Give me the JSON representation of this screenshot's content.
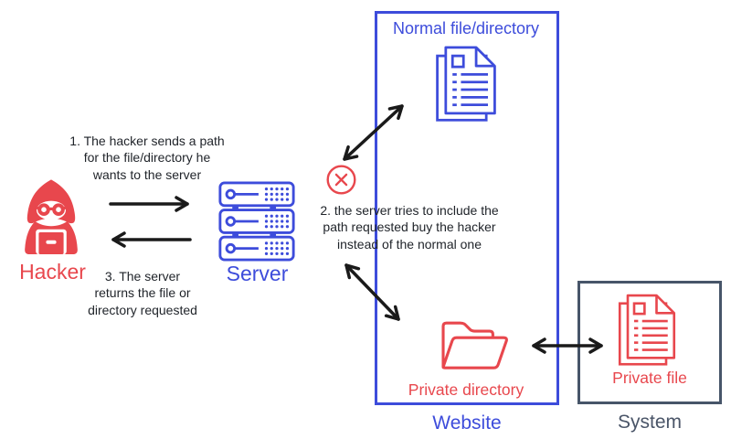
{
  "title": "Path traversal / file inclusion attack diagram",
  "colors": {
    "red": "#e8474d",
    "blue": "#3d4cdb",
    "slate": "#475569",
    "arrow": "#1a1a1a"
  },
  "actors": {
    "hacker": {
      "label": "Hacker",
      "icon": "hacker-icon"
    },
    "server": {
      "label": "Server",
      "icon": "server-rack-icon"
    }
  },
  "website": {
    "label": "Website",
    "normal_file": {
      "label": "Normal file/directory",
      "icon": "document-stack-icon"
    },
    "private_directory": {
      "label": "Private directory",
      "icon": "folder-icon"
    }
  },
  "system": {
    "label": "System",
    "private_file": {
      "label": "Private file",
      "icon": "document-stack-icon"
    }
  },
  "blocked_icon": "x-circle-icon",
  "steps": {
    "step1": {
      "text": "1. The hacker sends a path for the file/directory he wants to the server",
      "lines": [
        "1. The hacker sends a path",
        "for the file/directory he",
        "wants to the server"
      ]
    },
    "step2": {
      "text": "2. the server tries to include the path requested buy the hacker instead of the normal one",
      "lines": [
        "2. the server tries to include the",
        "path requested buy the hacker",
        "instead of the normal one"
      ]
    },
    "step3": {
      "text": "3. The server returns the file or directory requested",
      "lines": [
        "3. The server",
        "returns the file or",
        "directory requested"
      ]
    }
  }
}
